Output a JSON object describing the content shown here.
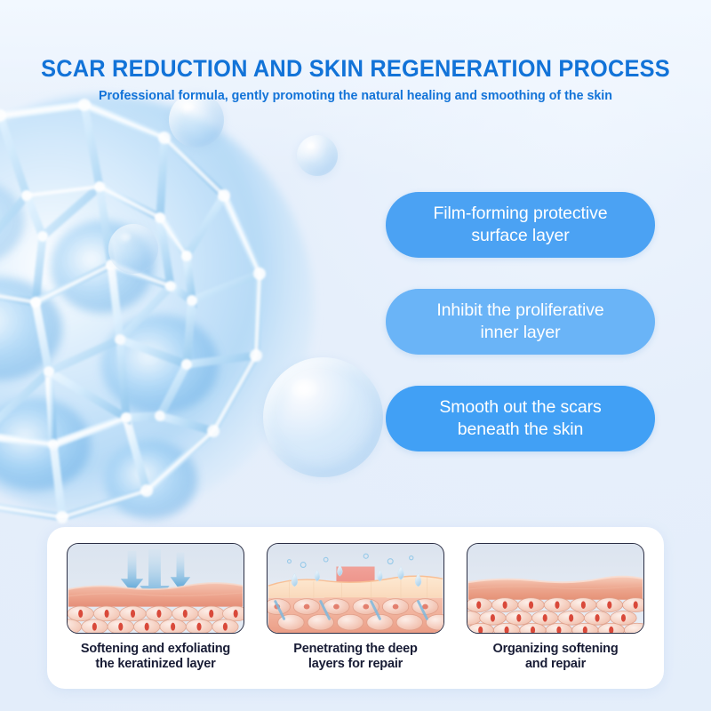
{
  "header": {
    "title": "SCAR REDUCTION AND SKIN REGENERATION PROCESS",
    "subtitle": "Professional formula, gently promoting the natural healing and smoothing of the skin",
    "title_color": "#1273d8"
  },
  "pills": [
    {
      "line1": "Film-forming protective",
      "line2": "surface layer",
      "color": "#4ba2f3"
    },
    {
      "line1": "Inhibit the proliferative",
      "line2": "inner layer",
      "color": "#6ab4f7"
    },
    {
      "line1": "Smooth out the scars",
      "line2": "beneath the skin",
      "color": "#41a0f5"
    }
  ],
  "steps": [
    {
      "illustration": "skin-cross-section-with-blue-arrows",
      "caption_line1": "Softening and exfoliating",
      "caption_line2": "the keratinized layer"
    },
    {
      "illustration": "skin-cross-section-with-red-penetrating-arrow-and-droplets",
      "caption_line1": "Penetrating the deep",
      "caption_line2": "layers for repair"
    },
    {
      "illustration": "smooth-skin-cross-section",
      "caption_line1": "Organizing softening",
      "caption_line2": "and repair"
    }
  ],
  "artwork": {
    "molecule": "translucent-blue-molecular-lattice-sphere",
    "bubbles": [
      "water-bubble-small",
      "water-bubble-medium",
      "water-bubble-large"
    ]
  },
  "colors": {
    "background": "#e8f1fc",
    "accent_blue": "#1273d8",
    "pill_blue": "#4ba2f3",
    "caption_navy": "#181c35",
    "card_white": "#ffffff"
  }
}
